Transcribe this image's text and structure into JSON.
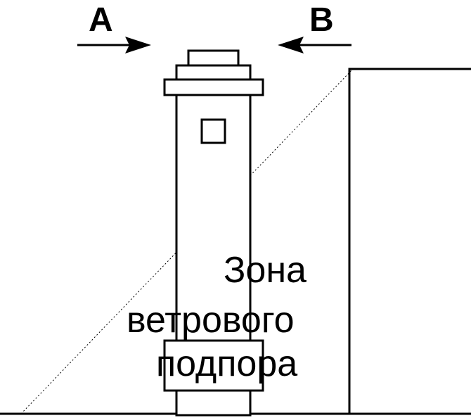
{
  "labels": {
    "a": "A",
    "b": "B",
    "zone_line_1": "Зона",
    "zone_line_2": "ветрового",
    "zone_line_3": "подпора"
  },
  "colors": {
    "ink": "#000000",
    "background": "#ffffff"
  }
}
